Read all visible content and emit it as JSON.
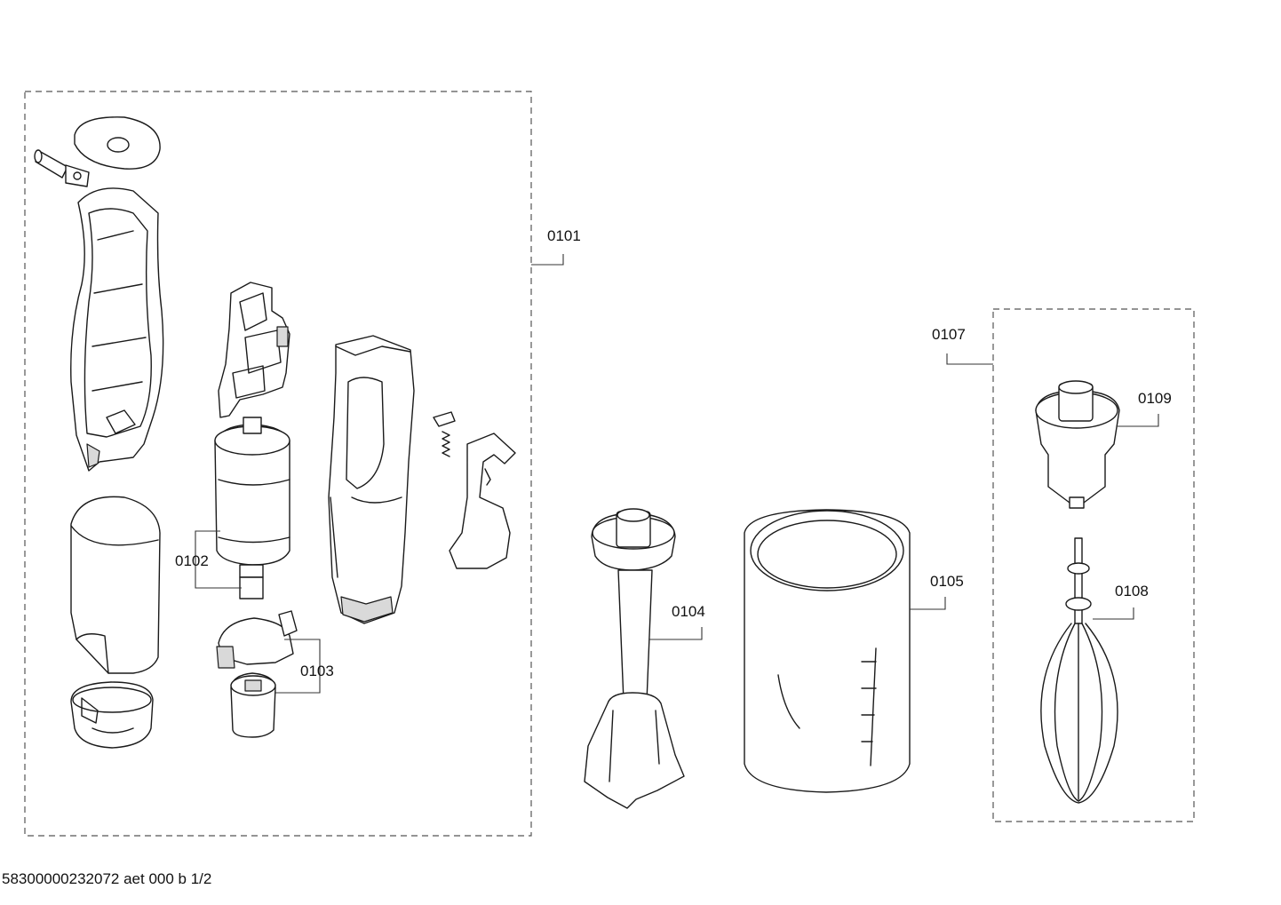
{
  "labels": {
    "p0101": "0101",
    "p0102": "0102",
    "p0103": "0103",
    "p0104": "0104",
    "p0105": "0105",
    "p0107": "0107",
    "p0108": "0108",
    "p0109": "0109"
  },
  "footer": "58300000232072 aet 000 b 1/2"
}
